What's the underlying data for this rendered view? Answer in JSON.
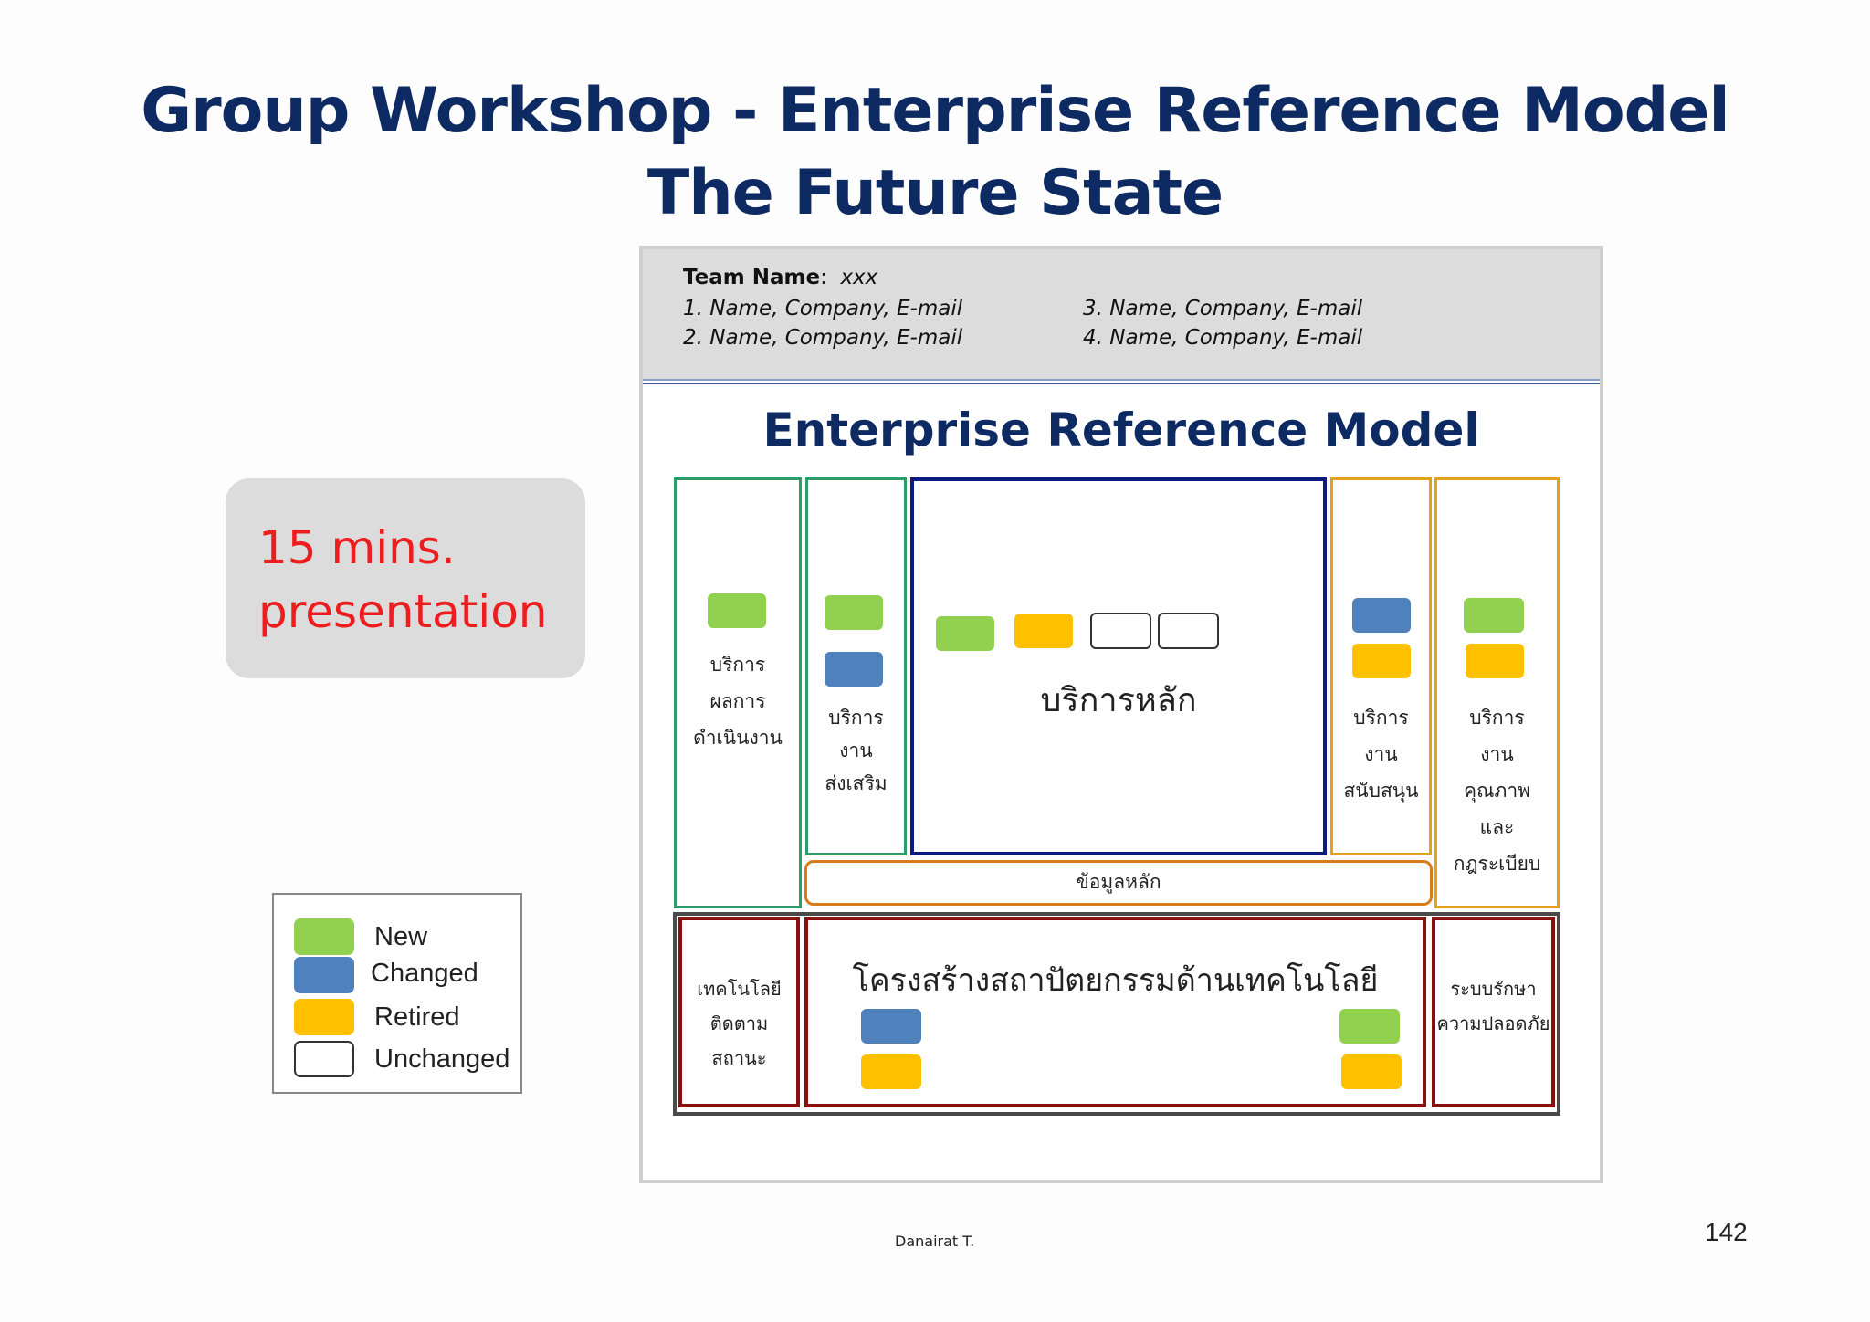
{
  "slide": {
    "title_line1": "Group Workshop - Enterprise Reference Model",
    "title_line2": "The Future State",
    "note_line1": "15 mins.",
    "note_line2": "presentation",
    "footer": "Danairat T.",
    "page_number": "142"
  },
  "legend": {
    "items": [
      {
        "label": "New",
        "color": "#92d050"
      },
      {
        "label": "Changed",
        "color": "#4f81bd"
      },
      {
        "label": "Retired",
        "color": "#ffc000"
      },
      {
        "label": "Unchanged",
        "color": "#ffffff"
      }
    ]
  },
  "team": {
    "label": "Team Name",
    "value": "xxx",
    "members": [
      "1. Name, Company, E-mail",
      "2. Name, Company, E-mail",
      "3. Name, Company, E-mail",
      "4. Name, Company, E-mail"
    ]
  },
  "model": {
    "title": "Enterprise Reference Model",
    "performance": {
      "lines": [
        "บริการ",
        "ผลการ",
        "ดำเนินงาน"
      ],
      "chips": [
        "new"
      ]
    },
    "promotion": {
      "lines": [
        "บริการ",
        "งาน",
        "ส่งเสริม"
      ],
      "chips": [
        "new",
        "changed"
      ]
    },
    "core": {
      "label": "บริการหลัก",
      "chips": [
        "new",
        "retired",
        "unchanged",
        "unchanged"
      ]
    },
    "support": {
      "lines": [
        "บริการ",
        "งาน",
        "สนับสนุน"
      ],
      "chips": [
        "changed",
        "retired"
      ]
    },
    "quality": {
      "lines": [
        "บริการ",
        "งาน",
        "คุณภาพ",
        "และ",
        "กฎระเบียบ"
      ],
      "chips": [
        "new",
        "retired"
      ]
    },
    "master_data": {
      "label": "ข้อมูลหลัก"
    },
    "monitoring": {
      "lines": [
        "เทคโนโลยี",
        "ติดตาม",
        "สถานะ"
      ]
    },
    "infrastructure": {
      "label": "โครงสร้างสถาปัตยกรรมด้านเทคโนโลยี",
      "chips_left": [
        "changed",
        "retired"
      ],
      "chips_right": [
        "new",
        "retired"
      ]
    },
    "security": {
      "lines": [
        "ระบบรักษา",
        "ความปลอดภัย"
      ]
    }
  }
}
